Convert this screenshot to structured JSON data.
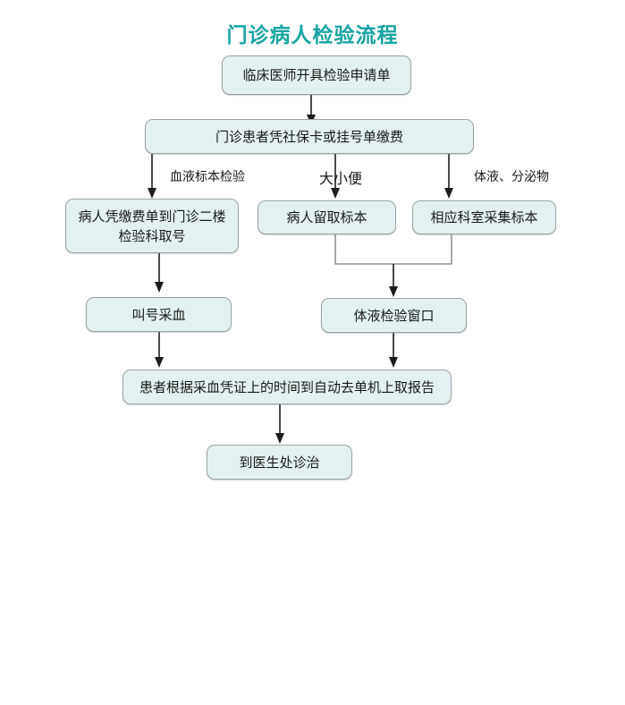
{
  "page": {
    "title": "门诊病人检验流程",
    "title_color": "#17a4a2",
    "background": "#ffffff"
  },
  "flowchart": {
    "node_fill": "#e3f1f0",
    "node_border": "#9aa3a6",
    "connector_color": "#1c1c1c",
    "merge_connector_color": "#8d9698",
    "nodes": [
      {
        "id": "n1",
        "label": "临床医师开具检验申请单"
      },
      {
        "id": "n2",
        "label": "门诊患者凭社保卡或挂号单缴费"
      },
      {
        "id": "n3",
        "line1": "病人凭缴费单到门诊二楼",
        "line2": "检验科取号"
      },
      {
        "id": "n4",
        "label": "病人留取标本"
      },
      {
        "id": "n5",
        "label": "相应科室采集标本"
      },
      {
        "id": "n6",
        "label": "叫号采血"
      },
      {
        "id": "n7",
        "label": "体液检验窗口"
      },
      {
        "id": "n8",
        "label": "患者根据采血凭证上的时间到自动去单机上取报告"
      },
      {
        "id": "n9",
        "label": "到医生处诊治"
      }
    ],
    "branch_labels": [
      {
        "id": "b1",
        "text": "血液标本检验"
      },
      {
        "id": "b2",
        "text": "大小便"
      },
      {
        "id": "b3",
        "text": "体液、分泌物"
      }
    ]
  }
}
